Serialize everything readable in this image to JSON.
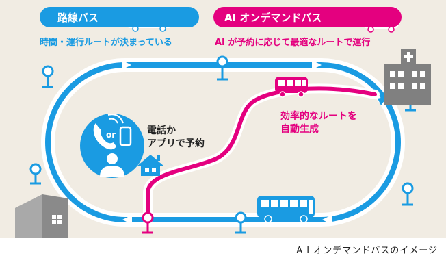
{
  "legend": {
    "fixed_route": {
      "title": "路線バス",
      "description": "時間・運行ルートが決まっている",
      "icon": "bus-icon",
      "color": "#1a9be2"
    },
    "ai_on_demand": {
      "title": "AI オンデマンドバス",
      "description": "AI が予約に応じて最適なルートで運行",
      "icon": "bus-icon",
      "color": "#e4007f"
    }
  },
  "reservation": {
    "text_line1": "電話か",
    "text_line2": "アプリで予約",
    "or_label": "or",
    "icons": [
      "phone-icon",
      "smartphone-icon",
      "person-icon"
    ]
  },
  "ai_route_label": {
    "line1": "効率的なルートを",
    "line2": "自動生成"
  },
  "places": [
    "hospital-icon",
    "house-icon",
    "apartment-building-icon"
  ],
  "caption": "A I オンデマンドバスのイメージ",
  "colors": {
    "route": "#1a9be2",
    "ai_route": "#e4007f",
    "background": "#f1ece3",
    "building": "#808080"
  }
}
